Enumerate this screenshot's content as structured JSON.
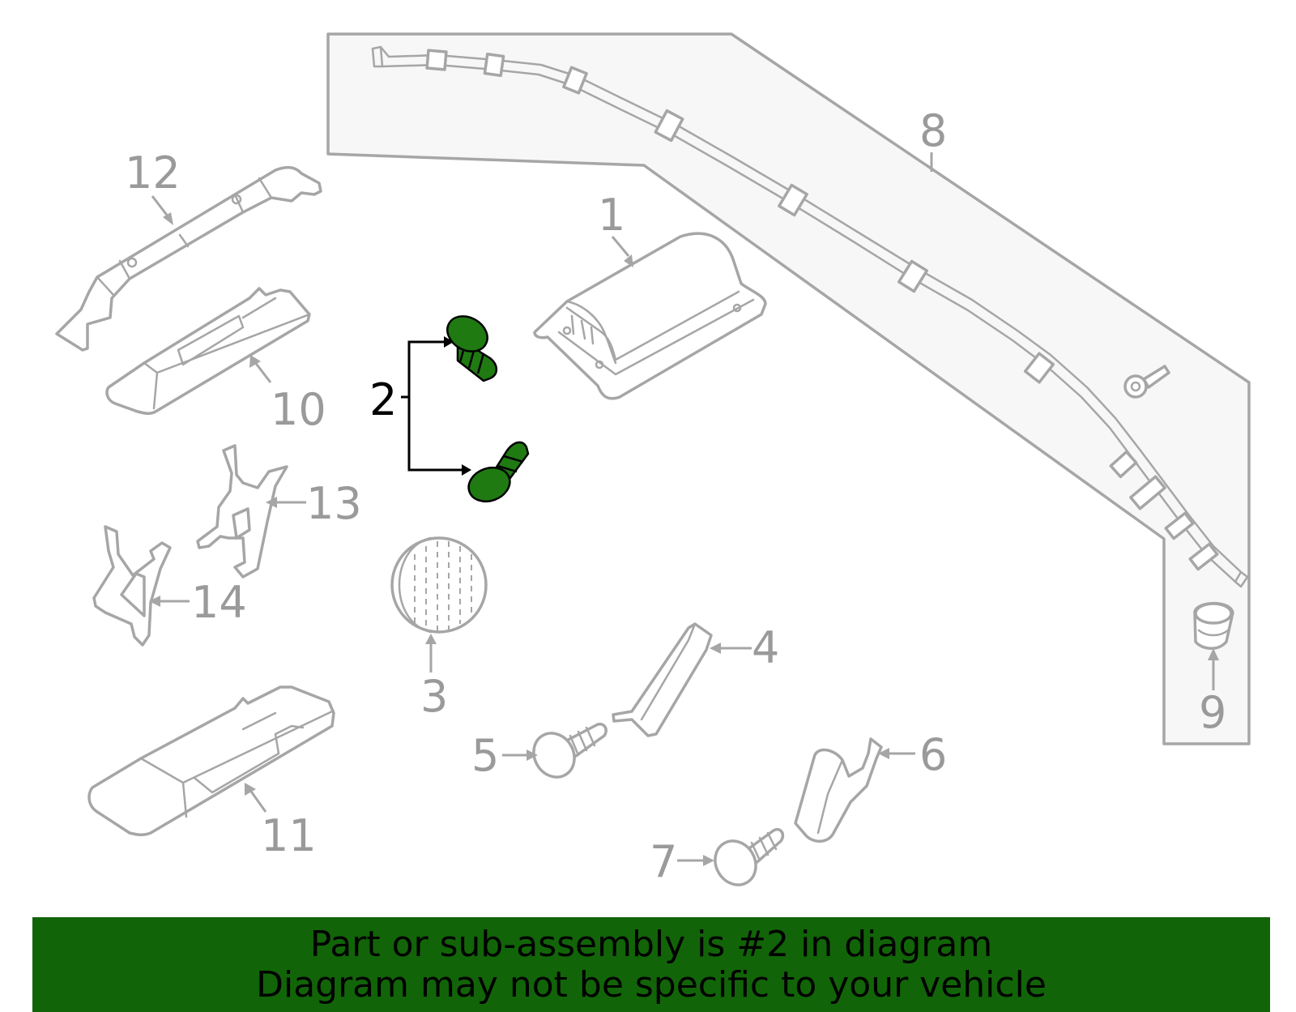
{
  "labels": {
    "p1": "1",
    "p2": "2",
    "p3": "3",
    "p4": "4",
    "p5": "5",
    "p6": "6",
    "p7": "7",
    "p8": "8",
    "p9": "9",
    "p10": "10",
    "p11": "11",
    "p12": "12",
    "p13": "13",
    "p14": "14"
  },
  "highlight": {
    "part": "2",
    "color": "#1f7a12"
  },
  "banner": {
    "line1": "Part or sub-assembly is #2 in diagram",
    "line2": "Diagram may not be specific to your vehicle",
    "color": "#126408"
  }
}
